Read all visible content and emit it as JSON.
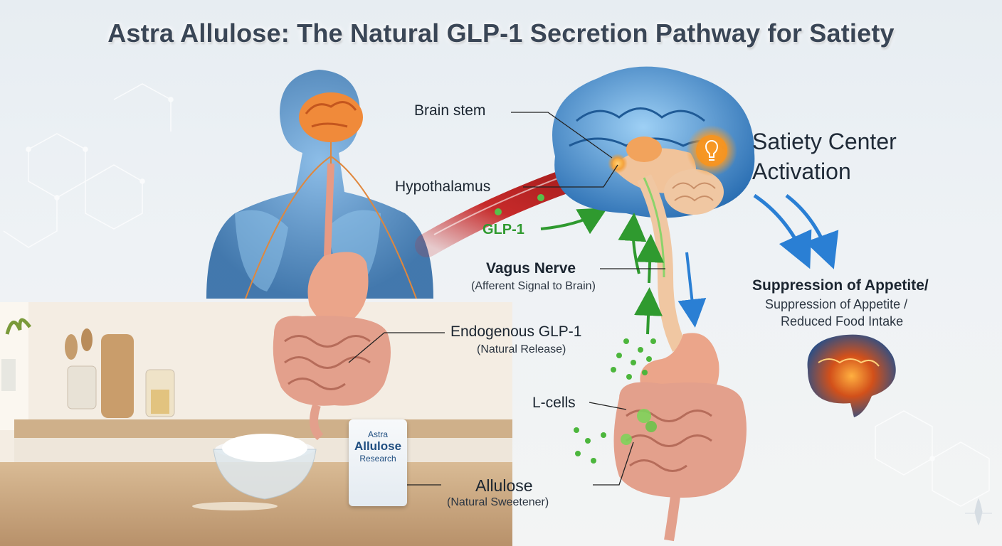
{
  "title": "Astra Allulose: The Natural GLP-1 Secretion Pathway for Satiety",
  "labels": {
    "brain_stem": "Brain stem",
    "hypothalamus": "Hypothalamus",
    "glp1": "GLP-1",
    "vagus_nerve": "Vagus Nerve",
    "vagus_sub": "(Afferent Signal to Brain)",
    "endogenous": "Endogenous GLP-1",
    "endogenous_sub": "(Natural Release)",
    "l_cells": "L-cells",
    "allulose": "Allulose",
    "allulose_sub": "(Natural Sweetener)",
    "satiety_line1": "Satiety Center",
    "satiety_line2": "Activation",
    "suppression_title": "Suppression of Appetite/",
    "suppression_line2": "Suppression of Appetite /",
    "suppression_line3": "Reduced Food Intake"
  },
  "package": {
    "line1": "Astra",
    "line2": "Allulose",
    "line3": "Research"
  },
  "colors": {
    "glp1_green": "#2f9a2f",
    "arrow_blue": "#2a7fd4",
    "brain_blue": "#3f86c8",
    "gut_pink": "#e3a08c",
    "glow_orange": "#f59a2a"
  },
  "icons": [
    "lightbulb-icon",
    "sparkle-icon"
  ]
}
